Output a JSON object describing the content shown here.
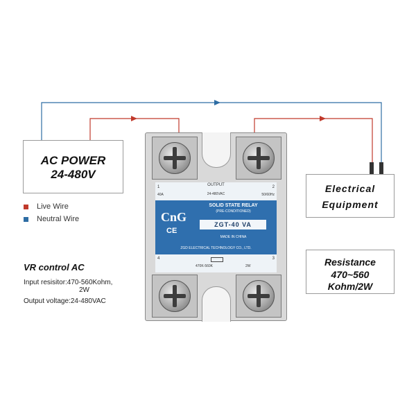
{
  "ac_power": {
    "line1": "AC POWER",
    "line2": "24-480V"
  },
  "equipment": {
    "line1": "Electrical",
    "line2": "Equipment"
  },
  "resistance": {
    "line1": "Resistance",
    "line2": "470~560",
    "line3": "Kohm/2W"
  },
  "legend": [
    {
      "label": "Live Wire",
      "color": "#c0392b"
    },
    {
      "label": "Neutral Wire",
      "color": "#2e6da4"
    }
  ],
  "control": {
    "title": "VR control  AC",
    "input_line1": "Input resisitor:470-560Kohm,",
    "input_line2": "2W",
    "output": "Output voltage:24-480VAC"
  },
  "relay": {
    "output_label": "OUTPUT",
    "top_small": "24-480VAC",
    "top_left_num": "1",
    "top_right_num": "2",
    "top_left_amp": "40A",
    "top_right_freq": "50/60Hz",
    "title": "SOLID STATE RELAY",
    "subtitle": "(PRE-CONDITIONED)",
    "brand": "CnG",
    "ce": "CE",
    "model": "ZGT-40 VA",
    "made_in": "MADE IN CHINA",
    "company": "ZGD ELECTRICAL TECHNOLOGY CO., LTD.",
    "bottom_left_num": "4",
    "bottom_right_num": "3",
    "bottom_left": "470K-560K",
    "bottom_right": "2W"
  },
  "colors": {
    "live": "#c0392b",
    "neutral": "#2e6da4",
    "relay_blue": "#2f6fae"
  }
}
